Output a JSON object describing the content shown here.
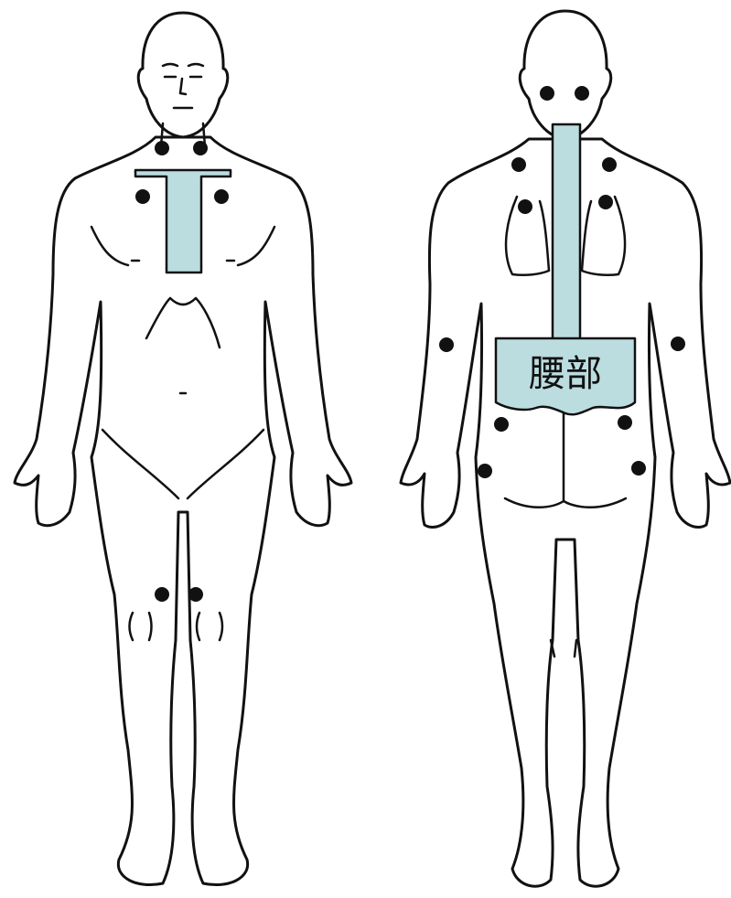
{
  "colors": {
    "region_fill": "#bcdde0",
    "outline": "#111111",
    "background": "#ffffff"
  },
  "figures": {
    "front": {
      "view": "front"
    },
    "back": {
      "view": "back",
      "lumbar_label": "腰部"
    }
  }
}
